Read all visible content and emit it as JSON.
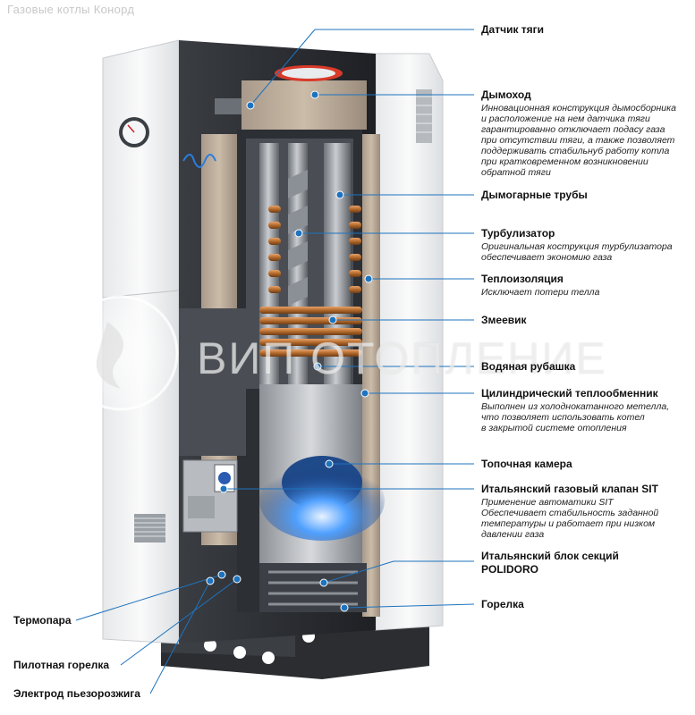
{
  "watermark": {
    "top": "Газовые котлы Конорд",
    "brand": "ВИП ОТОПЛЕНИЕ"
  },
  "right_labels": [
    {
      "id": "datchik",
      "title": "Датчик тяги",
      "desc": []
    },
    {
      "id": "dymohod",
      "title": "Дымоход",
      "desc": [
        "Инновационная конструкция дымосборника",
        "и расположение на нем датчика тяги",
        "гарантированно отключает подасу газа",
        "при отсутствии тяги, а также позволяет",
        "поддерживать стабильнуб работу котла",
        "при кратковременном возникновении",
        "обратной тяги"
      ]
    },
    {
      "id": "trubы",
      "title": "Дымогарные трубы",
      "desc": []
    },
    {
      "id": "turbo",
      "title": "Турбулизатор",
      "desc": [
        "Оригинальная кострукция турбулизатора",
        "обеспечивает экономию газа"
      ]
    },
    {
      "id": "teplo",
      "title": "Теплоизоляция",
      "desc": [
        "Исключает потери телла"
      ]
    },
    {
      "id": "zmeevik",
      "title": "Змеевик",
      "desc": []
    },
    {
      "id": "rubashka",
      "title": "Водяная рубашка",
      "desc": []
    },
    {
      "id": "cyl",
      "title": "Цилиндрический теплообменник",
      "desc": [
        "Выполнен из холоднокатанного метелла,",
        "что позволяет использовать котел",
        "в закрытой системе отопления"
      ]
    },
    {
      "id": "topka",
      "title": "Топочная камера",
      "desc": []
    },
    {
      "id": "klapan",
      "title": "Итальянский газовый клапан SIT",
      "desc": [
        "Применение автоматики SIT",
        "Обеспечивает стабильность заданной",
        "температуры и работает при низком",
        "давлении газа"
      ]
    },
    {
      "id": "blok",
      "title": "Итальянский блок секций",
      "title2": "POLIDORO",
      "desc": []
    },
    {
      "id": "gorelka",
      "title": "Горелка",
      "desc": []
    }
  ],
  "left_labels": [
    {
      "id": "termopara",
      "title": "Термопара"
    },
    {
      "id": "pilot",
      "title": "Пилотная горелка"
    },
    {
      "id": "electrod",
      "title": "Электрод пьезорозжига"
    }
  ],
  "colors": {
    "leader": "#1e73be",
    "dot": "#1e73be",
    "flame": "#3a8cff",
    "copper": "#c47a3a"
  }
}
